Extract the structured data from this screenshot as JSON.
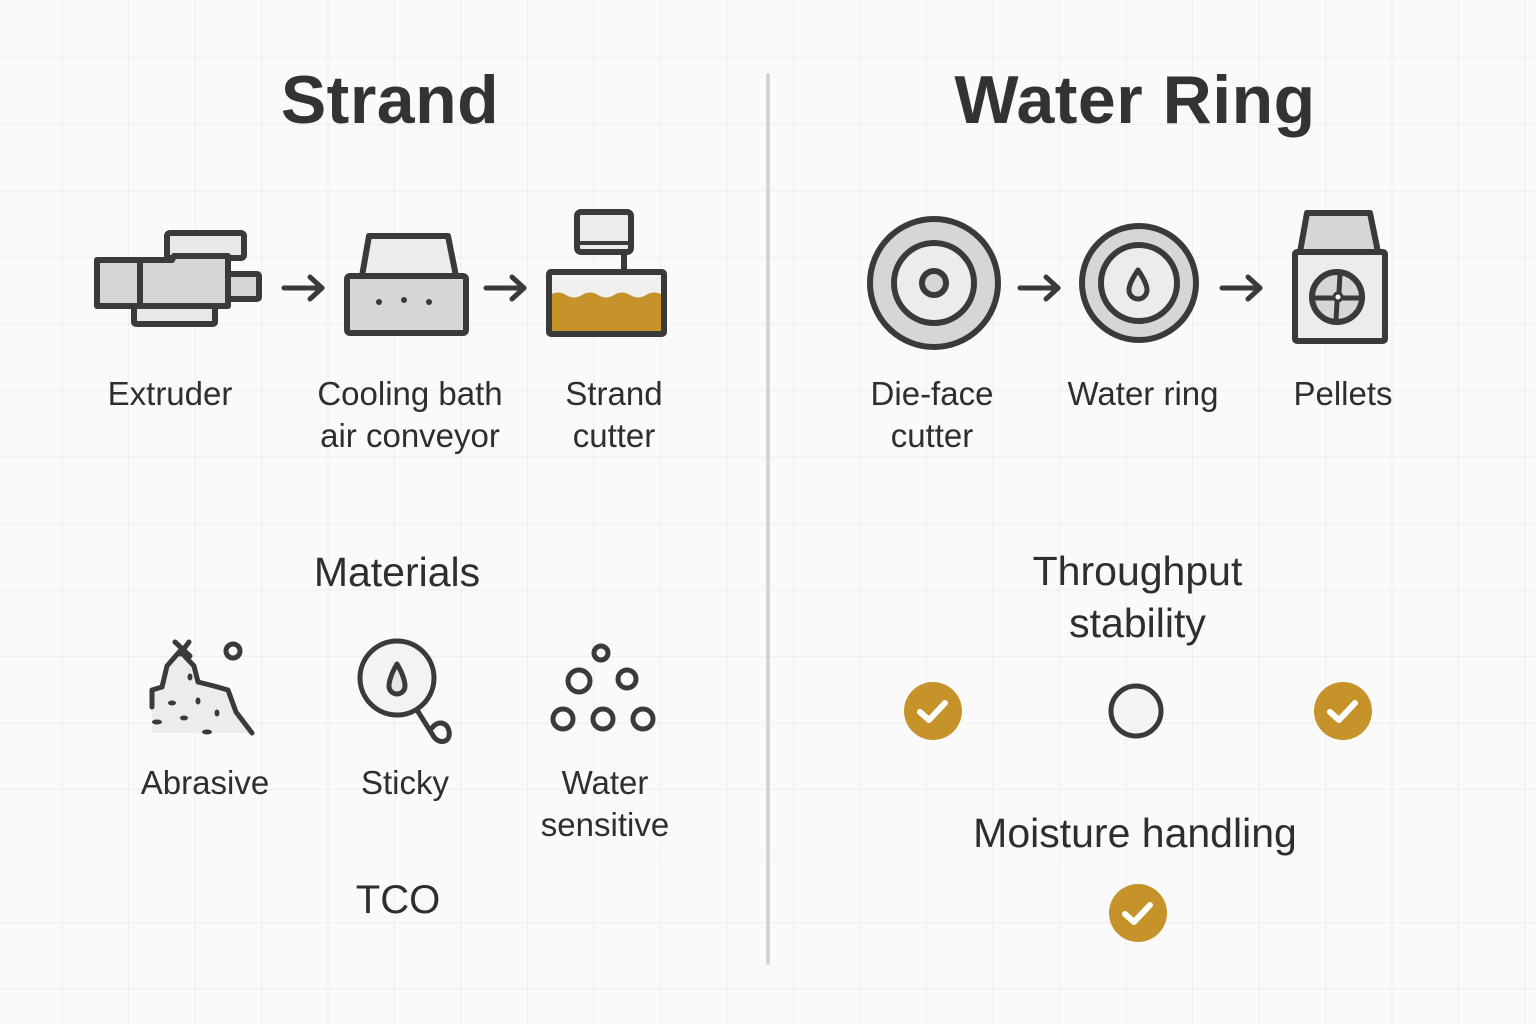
{
  "colors": {
    "accent_gold": "#C6922A",
    "stroke": "#3a3a3a",
    "fill_gray": "#d6d6d6",
    "fill_light": "#ececec",
    "divider": "#d4d4d4",
    "background": "#fafafa"
  },
  "strand": {
    "title": "Strand",
    "process": [
      {
        "icon": "extruder-icon",
        "label_line1": "Extruder",
        "label_line2": ""
      },
      {
        "icon": "cooling-bath-icon",
        "label_line1": "Cooling bath",
        "label_line2": "air conveyor"
      },
      {
        "icon": "strand-cutter-icon",
        "label_line1": "Strand",
        "label_line2": "cutter"
      }
    ],
    "materials": {
      "heading": "Materials",
      "items": [
        {
          "icon": "abrasive-icon",
          "label_line1": "Abrasive",
          "label_line2": ""
        },
        {
          "icon": "sticky-icon",
          "label_line1": "Sticky",
          "label_line2": ""
        },
        {
          "icon": "water-sensitive-icon",
          "label_line1": "Water",
          "label_line2": "sensitive"
        }
      ]
    },
    "tco_label": "TCO"
  },
  "water_ring": {
    "title": "Water Ring",
    "process": [
      {
        "icon": "die-face-cutter-icon",
        "label_line1": "Die-face",
        "label_line2": "cutter"
      },
      {
        "icon": "water-ring-icon",
        "label_line1": "Water ring",
        "label_line2": ""
      },
      {
        "icon": "pellets-icon",
        "label_line1": "Pellets",
        "label_line2": ""
      }
    ],
    "throughput": {
      "heading_line1": "Throughput",
      "heading_line2": "stability",
      "indicators": [
        "checked",
        "unchecked",
        "checked"
      ]
    },
    "moisture": {
      "heading": "Moisture handling",
      "indicators": [
        "checked"
      ]
    }
  }
}
